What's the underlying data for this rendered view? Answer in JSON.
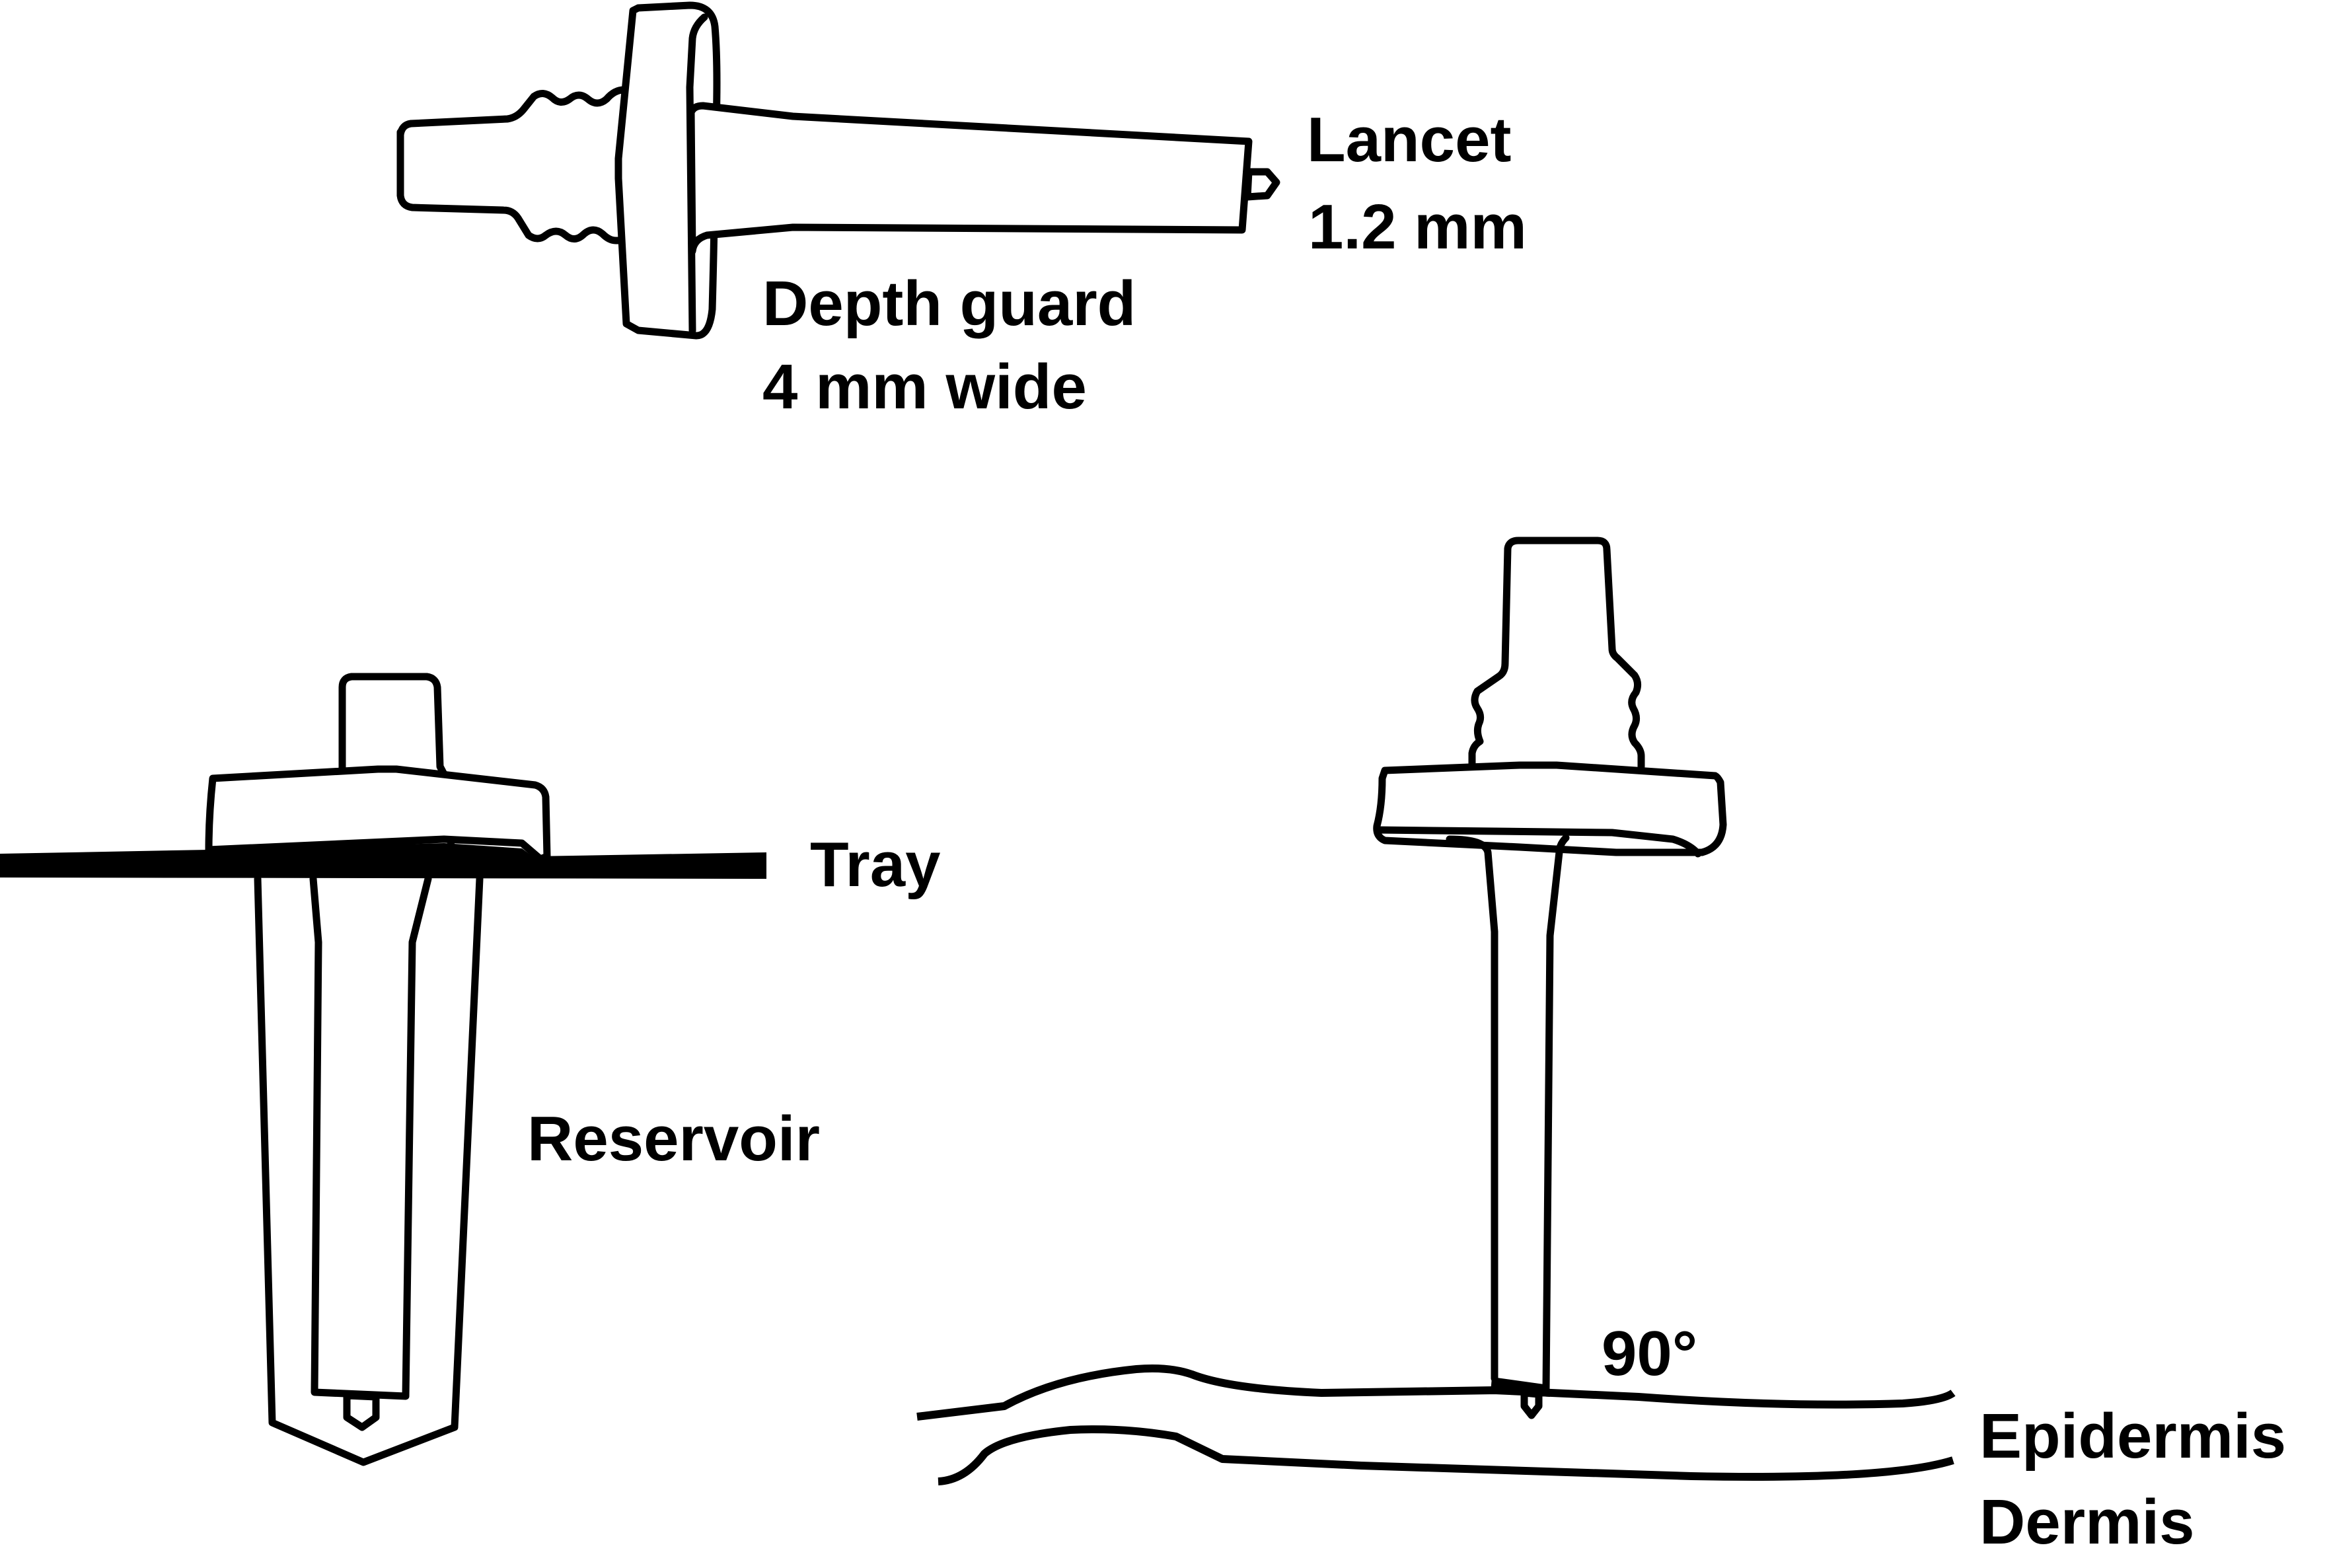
{
  "figure": {
    "title": "Lancet device with depth guard, reservoir and skin insertion",
    "colors": {
      "line": "#000000",
      "background": "#ffffff"
    },
    "panels": {
      "side_view": {
        "labels": {
          "lancet": "Lancet",
          "lancet_length": "1.2 mm",
          "depth_guard": "Depth guard",
          "depth_guard_width": "4 mm wide"
        }
      },
      "stored_view": {
        "labels": {
          "tray": "Tray",
          "reservoir": "Reservoir"
        }
      },
      "applied_view": {
        "labels": {
          "angle": "90°",
          "epidermis": "Epidermis",
          "dermis": "Dermis"
        }
      }
    }
  }
}
